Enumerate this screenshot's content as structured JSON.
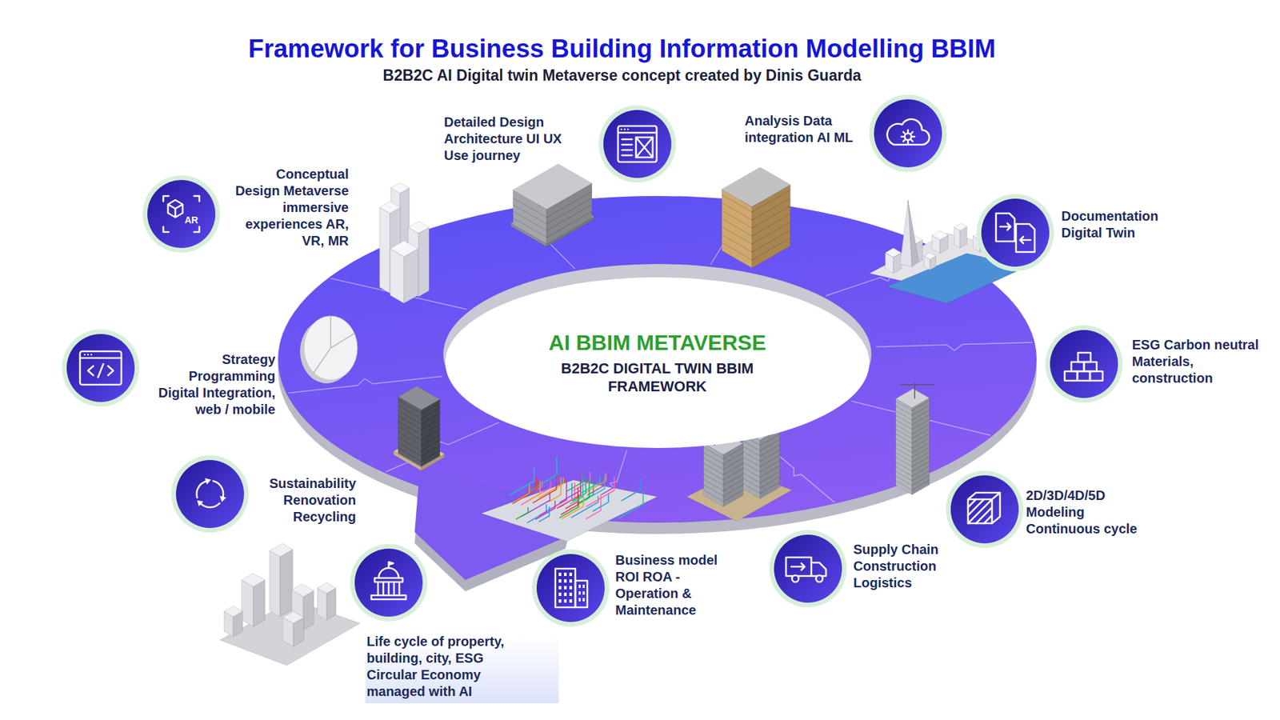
{
  "diagram": {
    "title": "Framework for Business Building Information Modelling BBIM",
    "nodes": [
      {
        "text": [
          "Conceptual Design Metaverse immersive experiences AR, VR, MR"
        ]
      },
      {
        "text": [
          "Detailed Design Architecture UI UX Use journey"
        ]
      },
      {
        "text": [
          "Analysis Data integration AI ML"
        ]
      },
      {
        "text": [
          "Documentation Digital Twin"
        ]
      },
      {
        "text": [
          "ESG Carbon neutral Materials, construction"
        ]
      },
      {
        "text": [
          "2D/3D/4D/5D Modeling Continuous cycle"
        ]
      },
      {
        "text": [
          "Supply Chain Construction Logistics"
        ]
      },
      {
        "text": [
          "Business model ROI ROA - Operation & Maintenance"
        ]
      },
      {
        "text": [
          "Life cycle of property, building, city, ESG Circular Economy managed with AI"
        ]
      },
      {
        "text": [
          "Sustainability Renovation Recycling"
        ]
      },
      {
        "text": [
          "Strategy Programming Digital Integration, web / mobile"
        ]
      },
      {
        "text": [
          "AI BBIM METAVERSE",
          "B2B2C DIGITAL TWIN BBIM FRAMEWORK"
        ]
      }
    ],
    "labels": [
      "B2B2C AI Digital twin Metaverse concept created by Dinis Guarda",
      "AR"
    ]
  }
}
